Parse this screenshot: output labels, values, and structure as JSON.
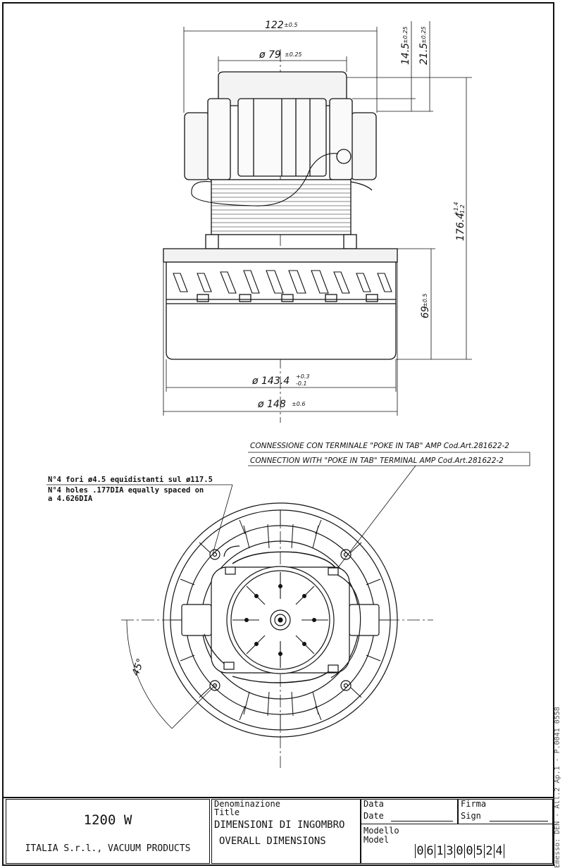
{
  "dimensions": {
    "overall_width": "122",
    "overall_width_tol": "±0.5",
    "inner_dia": "ø 79",
    "inner_dia_tol": "±0.25",
    "top_a": "14.5",
    "top_a_tol": "±0.25",
    "top_b": "21.5",
    "top_b_tol": "±0.25",
    "height": "176.4",
    "height_tol_plus": "+1.4",
    "height_tol_minus": "-1.2",
    "base_height": "69",
    "base_height_tol": "±0.5",
    "base_dia": "ø 143.4",
    "base_dia_tol_plus": "+0.3",
    "base_dia_tol_minus": "-0.1",
    "outer_dia": "ø 148",
    "outer_dia_tol": "±0.6",
    "angle": "45°"
  },
  "notes": {
    "connection_it": "CONNESSIONE CON TERMINALE \"POKE IN TAB\" AMP Cod.Art.281622-2",
    "connection_en": "CONNECTION WITH \"POKE IN TAB\" TERMINAL AMP Cod.Art.281622-2",
    "holes_it": "N°4 fori ø4.5 equidistanti sul ø117.5",
    "holes_en_1": "N°4 holes .177DIA equally spaced on",
    "holes_en_2": "a 4.626DIA"
  },
  "title_block": {
    "power": "1200 W",
    "company": "ITALIA S.r.l., VACUUM PRODUCTS",
    "denominazione_label": "Denominazione",
    "title_label": "Title",
    "title_it": "DIMENSIONI DI INGOMBRO",
    "title_en": "OVERALL DIMENSIONS",
    "data_label": "Data",
    "date_label": "Date",
    "firma_label": "Firma",
    "sign_label": "Sign",
    "modello_label": "Modello",
    "model_label": "Model",
    "model_digits": [
      "0",
      "6",
      "1",
      "3",
      "0",
      "0",
      "5",
      "2",
      "4"
    ]
  },
  "side_text": "Emesso: DEN  -  All.2 Ap.1 - P.0041 0558"
}
